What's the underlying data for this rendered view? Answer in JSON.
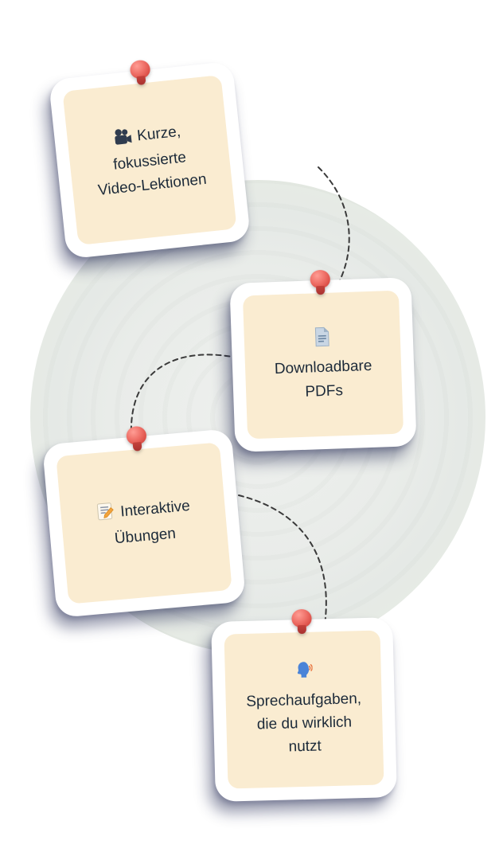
{
  "page": {
    "background_color": "#ffffff"
  },
  "decor": {
    "circle_fill": "#e9ece9",
    "circle_green_ring": "#d9f0d0",
    "connector_color": "#3a3a3a",
    "pin_color": "#e0574f",
    "card_color": "#ffffff",
    "note_color": "#faecd1",
    "text_color": "#1c2a39"
  },
  "notes": [
    {
      "id": "video-lessons",
      "icon": "movie-camera-icon",
      "icon_char": "🎥",
      "icon_placement": "inline",
      "label": "Kurze,\nfokussierte\nVideo-Lektionen"
    },
    {
      "id": "pdfs",
      "icon": "document-icon",
      "icon_char": "📄",
      "icon_placement": "block",
      "label": "Downloadbare\nPDFs"
    },
    {
      "id": "exercises",
      "icon": "memo-pencil-icon",
      "icon_char": "📝",
      "icon_placement": "inline",
      "label": "Interaktive\nÜbungen"
    },
    {
      "id": "speaking-tasks",
      "icon": "speaking-head-icon",
      "icon_char": "🗣️",
      "icon_placement": "block",
      "label": "Sprechaufgaben,\ndie du wirklich\nnutzt"
    }
  ]
}
